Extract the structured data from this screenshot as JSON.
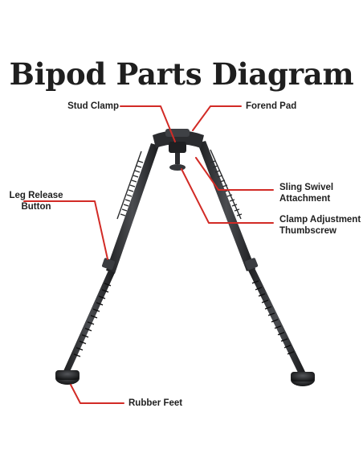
{
  "title": "Bipod Parts Diagram",
  "accent_color": "#d22b26",
  "labels": {
    "stud_clamp": "Stud Clamp",
    "forend_pad": "Forend Pad",
    "leg_release": {
      "line1": "Leg Release",
      "line2": "Button"
    },
    "sling_swivel": {
      "line1": "Sling Swivel",
      "line2": "Attachment"
    },
    "clamp_adjustment": {
      "line1": "Clamp Adjustment",
      "line2": "Thumbscrew"
    },
    "rubber_feet": "Rubber Feet"
  }
}
